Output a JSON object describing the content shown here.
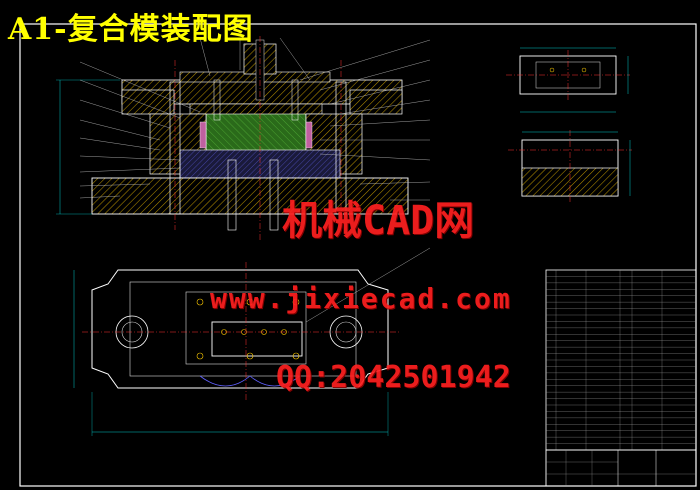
{
  "title": "A1-复合模装配图",
  "watermark": {
    "line1": "机械CAD网",
    "line2": "www.jixiecad.com",
    "line3": "QQ:2042501942"
  },
  "colors": {
    "background": "#000000",
    "title": "#ffff00",
    "outline": "#ffffff",
    "section_fill": "#2f7f1f",
    "hatch": "#c8a000",
    "centerline": "#ff3030",
    "dimension": "#00c8c8",
    "leader": "#c8c8c8",
    "watermark": "#ff2020",
    "notes": "#22ff22"
  },
  "drawing": {
    "views": [
      "main-section-view",
      "top-plan-view",
      "part-detail-top",
      "part-detail-bottom"
    ],
    "part_count_rows": 28,
    "has_title_block": true,
    "has_parts_list": true
  }
}
